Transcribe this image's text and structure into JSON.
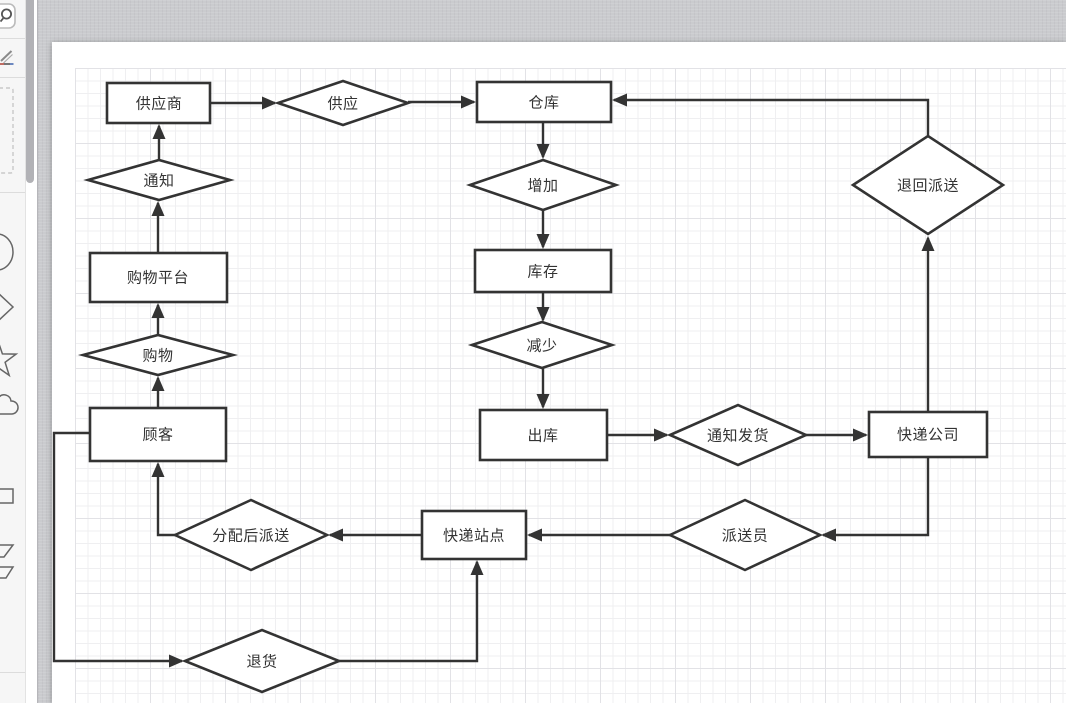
{
  "app": {
    "title": "流程图编辑器",
    "view": "flowchart-canvas"
  },
  "colors": {
    "canvas_bg": "#cacbce",
    "page_bg": "#ffffff",
    "grid_minor": "#efeff1",
    "grid_major": "#e2e2e6",
    "shape_stroke": "#333333",
    "shape_fill": "#ffffff",
    "label_text": "#333333",
    "sidebar_bg": "#f6f6f6",
    "scrollbar_thumb": "#b2b2b6"
  },
  "sidebar": {
    "tools": [
      {
        "name": "search-icon",
        "glyph": "⌕"
      },
      {
        "name": "edit-icon",
        "glyph": "✎"
      },
      {
        "name": "drop-area",
        "glyph": "▢ (dashed)"
      },
      {
        "name": "shape-ellipse-icon",
        "glyph": "◯"
      },
      {
        "name": "shape-diamond-icon",
        "glyph": "◇"
      },
      {
        "name": "shape-star-icon",
        "glyph": "☆"
      },
      {
        "name": "shape-cloud-icon",
        "glyph": "☁"
      },
      {
        "name": "shape-rectangle-icon",
        "glyph": "▭"
      },
      {
        "name": "shape-parallelogram-icon",
        "glyph": "▱"
      },
      {
        "name": "shape-trapezoid-icon",
        "glyph": "▱"
      }
    ]
  },
  "diagram": {
    "nodes": [
      {
        "id": "supplier",
        "shape": "rectangle",
        "label": "供应商"
      },
      {
        "id": "supply",
        "shape": "diamond",
        "label": "供应"
      },
      {
        "id": "warehouse",
        "shape": "rectangle",
        "label": "仓库"
      },
      {
        "id": "notify",
        "shape": "diamond",
        "label": "通知"
      },
      {
        "id": "increase",
        "shape": "diamond",
        "label": "增加"
      },
      {
        "id": "return-dispatch",
        "shape": "diamond",
        "label": "退回派送"
      },
      {
        "id": "shopping-platform",
        "shape": "rectangle",
        "label": "购物平台"
      },
      {
        "id": "stock",
        "shape": "rectangle",
        "label": "库存"
      },
      {
        "id": "shopping",
        "shape": "diamond",
        "label": "购物"
      },
      {
        "id": "decrease",
        "shape": "diamond",
        "label": "减少"
      },
      {
        "id": "customer",
        "shape": "rectangle",
        "label": "顾客"
      },
      {
        "id": "outbound",
        "shape": "rectangle",
        "label": "出库"
      },
      {
        "id": "notify-shipping",
        "shape": "diamond",
        "label": "通知发货"
      },
      {
        "id": "express-company",
        "shape": "rectangle",
        "label": "快递公司"
      },
      {
        "id": "dispatch-after-allocation",
        "shape": "diamond",
        "label": "分配后派送"
      },
      {
        "id": "express-station",
        "shape": "rectangle",
        "label": "快递站点"
      },
      {
        "id": "courier",
        "shape": "diamond",
        "label": "派送员"
      },
      {
        "id": "return-goods",
        "shape": "diamond",
        "label": "退货"
      }
    ],
    "edges": [
      {
        "from": "supplier",
        "to": "supply"
      },
      {
        "from": "supply",
        "to": "warehouse"
      },
      {
        "from": "warehouse",
        "to": "increase"
      },
      {
        "from": "increase",
        "to": "stock"
      },
      {
        "from": "stock",
        "to": "decrease"
      },
      {
        "from": "decrease",
        "to": "outbound"
      },
      {
        "from": "outbound",
        "to": "notify-shipping"
      },
      {
        "from": "notify-shipping",
        "to": "express-company"
      },
      {
        "from": "express-company",
        "to": "return-dispatch"
      },
      {
        "from": "return-dispatch",
        "to": "warehouse"
      },
      {
        "from": "express-company",
        "to": "courier"
      },
      {
        "from": "courier",
        "to": "express-station"
      },
      {
        "from": "express-station",
        "to": "dispatch-after-allocation"
      },
      {
        "from": "dispatch-after-allocation",
        "to": "customer"
      },
      {
        "from": "customer",
        "to": "shopping"
      },
      {
        "from": "shopping",
        "to": "shopping-platform"
      },
      {
        "from": "shopping-platform",
        "to": "notify"
      },
      {
        "from": "notify",
        "to": "supplier"
      },
      {
        "from": "customer",
        "to": "return-goods"
      },
      {
        "from": "return-goods",
        "to": "express-station"
      }
    ]
  }
}
